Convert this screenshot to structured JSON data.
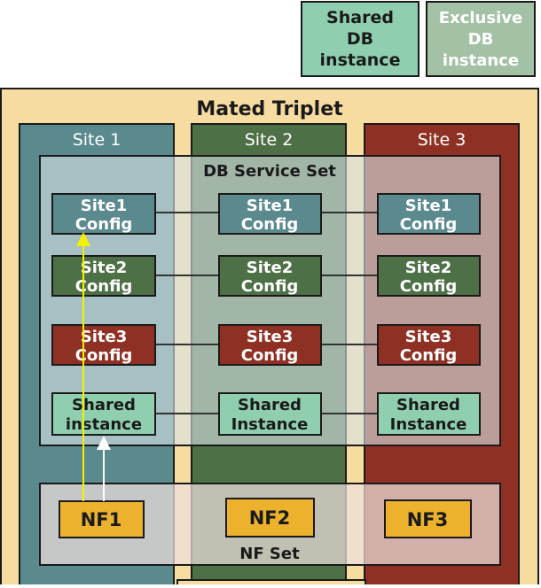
{
  "legend": {
    "shared": {
      "line1": "Shared",
      "line2": "DB",
      "line3": "instance"
    },
    "exclusive": {
      "line1": "Exclusive",
      "line2": "DB",
      "line3": "instance"
    }
  },
  "triplet": {
    "title": "Mated Triplet"
  },
  "sites": [
    {
      "label": "Site 1"
    },
    {
      "label": "Site 2"
    },
    {
      "label": "Site 3"
    }
  ],
  "db_service_set": {
    "title": "DB Service Set"
  },
  "rows": [
    {
      "line1": "Site1",
      "line2": "Config"
    },
    {
      "line1": "Site2",
      "line2": "Config"
    },
    {
      "line1": "Site3",
      "line2": "Config"
    },
    {
      "line1": "Shared",
      "line2_first": "instance",
      "line2_other": "Instance"
    }
  ],
  "nf_set": {
    "title": "NF Set",
    "items": [
      "NF1",
      "NF2",
      "NF3"
    ]
  },
  "colors": {
    "site1": "#5b8a8e",
    "site2": "#4e7046",
    "site3": "#8e3124",
    "shared": "#8fcfb0",
    "exclusive": "#a3c2a5",
    "triplet_bg": "#f7dca2",
    "nf": "#ecb22e",
    "arrow_yellow": "#f5f000",
    "arrow_white": "#ffffff"
  },
  "icons": [
    "arrow-up-icon"
  ]
}
